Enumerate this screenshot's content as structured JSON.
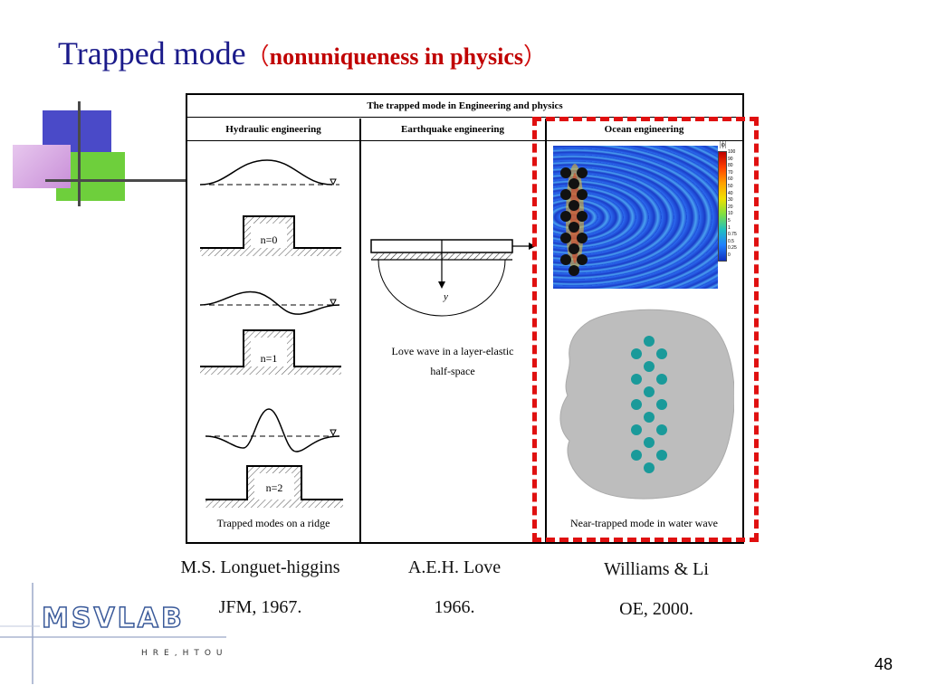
{
  "slide": {
    "title_main": "Trapped mode",
    "title_paren_open": "（",
    "title_sub": "nonuniqueness in physics",
    "title_paren_close": "）",
    "page_number": "48"
  },
  "figure": {
    "header": "The trapped mode in Engineering and physics",
    "columns": [
      {
        "heading": "Hydraulic engineering",
        "caption": "Trapped modes on a ridge"
      },
      {
        "heading": "Earthquake engineering",
        "caption_line1": "Love wave in a layer-elastic",
        "caption_line2": "half-space"
      },
      {
        "heading": "Ocean engineering",
        "caption": "Near-trapped mode in water wave"
      }
    ],
    "mode_labels": [
      "n=0",
      "n=1",
      "n=2"
    ],
    "axis_label": "y",
    "colorbar": {
      "label": "|ϕ|",
      "ticks": [
        "100",
        "90",
        "80",
        "70",
        "60",
        "50",
        "40",
        "30",
        "20",
        "10",
        "5",
        "1",
        "0.75",
        "0.5",
        "0.25",
        "0"
      ]
    }
  },
  "citations": [
    {
      "line1": "M.S. Longuet-higgins",
      "line2": "JFM, 1967."
    },
    {
      "line1": "A.E.H. Love",
      "line2": "1966."
    },
    {
      "line1": "Williams & Li",
      "line2": "OE, 2000."
    }
  ],
  "logo": {
    "text": "MSVLAB",
    "subtext": "HRE,HTOU"
  },
  "colors": {
    "title_blue": "#1a1a8a",
    "title_red": "#c00000",
    "dash_red": "#e01010",
    "cylinder_teal": "#1a9a9a"
  }
}
